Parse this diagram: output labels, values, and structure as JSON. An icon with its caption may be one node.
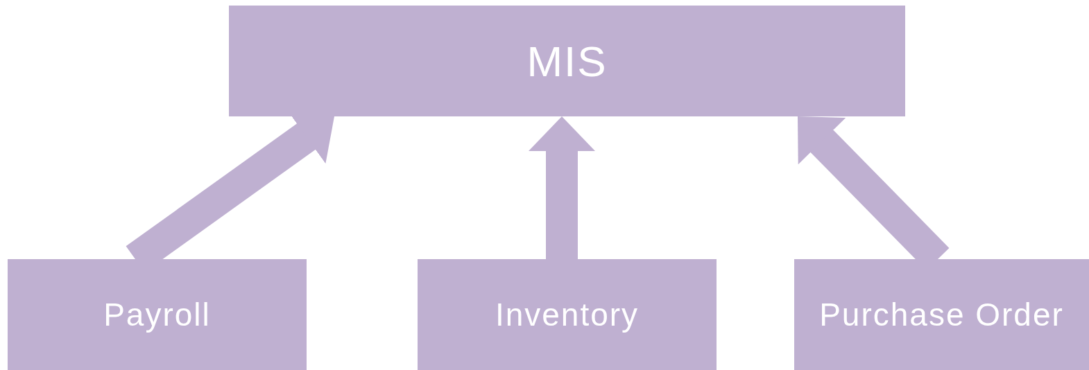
{
  "diagram": {
    "nodes": [
      {
        "text": [
          "MIS"
        ]
      },
      {
        "text": [
          "Payroll"
        ]
      },
      {
        "text": [
          "Inventory"
        ]
      },
      {
        "text": [
          "Purchase Order"
        ]
      }
    ],
    "edges": [
      {
        "from": 1,
        "to": 0,
        "arrow": "to"
      },
      {
        "from": 2,
        "to": 0,
        "arrow": "to"
      },
      {
        "from": 3,
        "to": 0,
        "arrow": "to"
      }
    ]
  }
}
